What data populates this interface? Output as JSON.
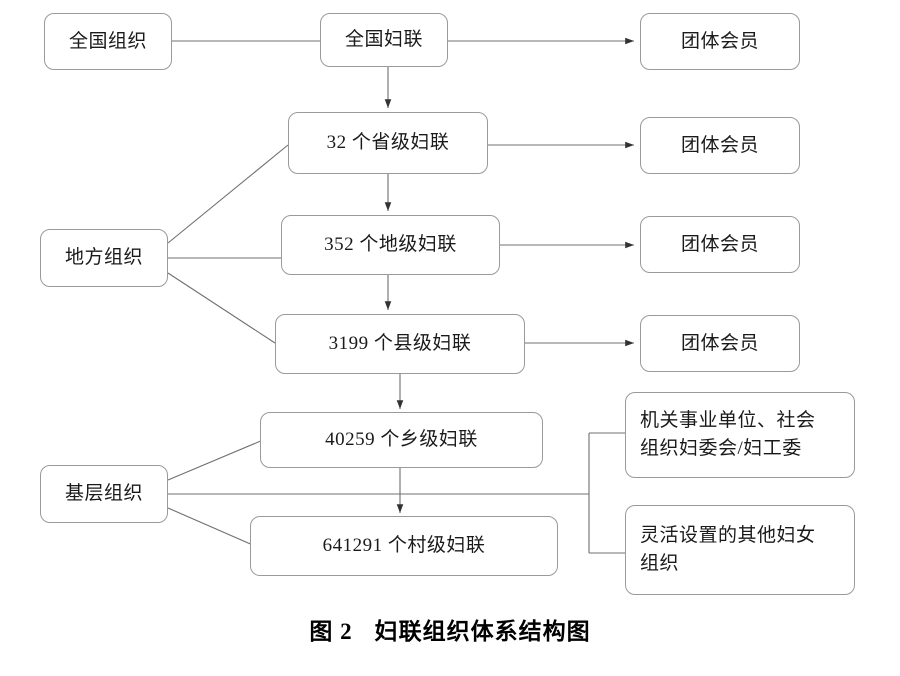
{
  "figure": {
    "caption_label": "图 2",
    "caption_title": "妇联组织体系结构图",
    "type": "org-hierarchy-diagram"
  },
  "style": {
    "box_border_color": "#9a9a9a",
    "line_color": "#707070",
    "text_color": "#1a1a1a",
    "background": "#ffffff"
  },
  "nodes": {
    "national_category": {
      "label": "全国组织"
    },
    "local_category": {
      "label": "地方组织"
    },
    "grassroots_category": {
      "label": "基层组织"
    },
    "national_federation": {
      "label": "全国妇联"
    },
    "provincial": {
      "label": "32 个省级妇联"
    },
    "prefecture": {
      "label": "352 个地级妇联"
    },
    "county": {
      "label": "3199 个县级妇联"
    },
    "township": {
      "label": "40259 个乡级妇联"
    },
    "village": {
      "label": "641291 个村级妇联"
    },
    "group_member_1": {
      "label": "团体会员"
    },
    "group_member_2": {
      "label": "团体会员"
    },
    "group_member_3": {
      "label": "团体会员"
    },
    "group_member_4": {
      "label": "团体会员"
    },
    "institutional_committee": {
      "line1": "机关事业单位、社会",
      "line2": "组织妇委会/妇工委"
    },
    "flexible_orgs": {
      "line1": "灵活设置的其他妇女",
      "line2": "组织"
    }
  }
}
